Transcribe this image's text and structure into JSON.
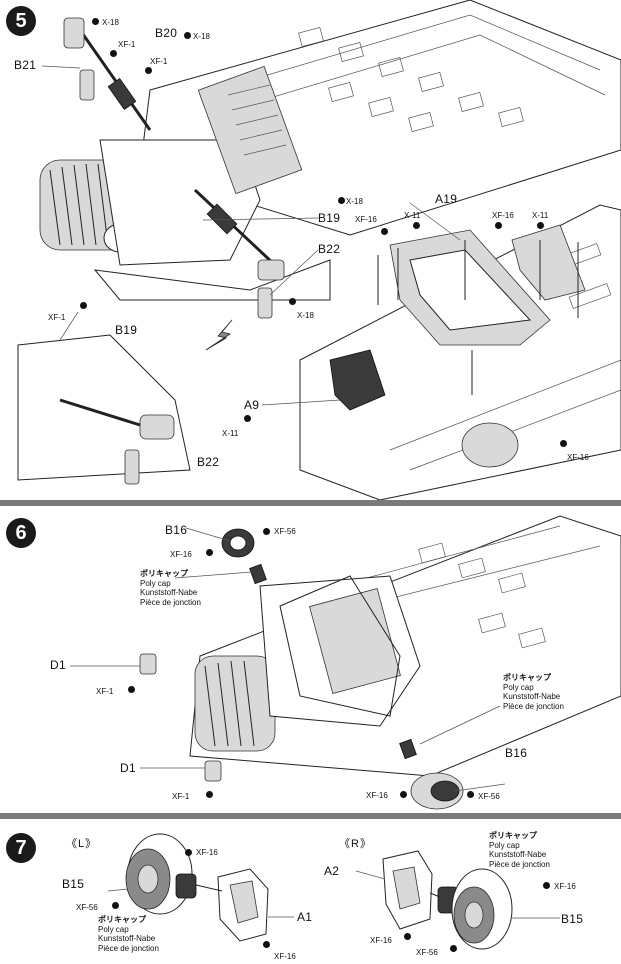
{
  "steps": [
    {
      "number": "5",
      "labels": {
        "x18_a": "X-18",
        "xf1_a": "XF-1",
        "b20": "B20",
        "x18_b": "X-18",
        "xf1_b": "XF-1",
        "b21": "B21",
        "x18_c": "X-18",
        "b19": "B19",
        "b22": "B22",
        "x18_d": "X-18",
        "xf1_c": "XF-1",
        "b19_detail": "B19",
        "b22_detail": "B22",
        "xf16_a": "XF-16",
        "x11_a": "X-11",
        "a19": "A19",
        "xf16_b": "XF-16",
        "x11_b": "X-11",
        "a9": "A9",
        "x11_c": "X-11",
        "xf16_c": "XF-16"
      }
    },
    {
      "number": "6",
      "labels": {
        "b16_top": "B16",
        "xf56_top": "XF-56",
        "xf16_top": "XF-16",
        "d1_top": "D1",
        "xf1_top": "XF-1",
        "d1_bottom": "D1",
        "xf1_bottom": "XF-1",
        "b16_bottom": "B16",
        "xf16_bottom": "XF-16",
        "xf56_bottom": "XF-56"
      },
      "notes": [
        {
          "jp": "ポリキャップ",
          "en": "Poly cap",
          "de": "Kunststoff-Nabe",
          "fr": "Pièce de jonction"
        },
        {
          "jp": "ポリキャップ",
          "en": "Poly cap",
          "de": "Kunststoff-Nabe",
          "fr": "Pièce de jonction"
        }
      ]
    },
    {
      "number": "7",
      "side_left": "《L》",
      "side_right": "《R》",
      "labels": {
        "b15_left": "B15",
        "xf16_l1": "XF-16",
        "xf56_left": "XF-56",
        "a1": "A1",
        "xf16_l2": "XF-16",
        "a2": "A2",
        "xf16_r1": "XF-16",
        "b15_right": "B15",
        "xf16_r2": "XF-16",
        "xf56_right": "XF-56"
      },
      "notes": [
        {
          "jp": "ポリキャップ",
          "en": "Poly cap",
          "de": "Kunststoff-Nabe",
          "fr": "Pièce de jonction"
        },
        {
          "jp": "ポリキャップ",
          "en": "Poly cap",
          "de": "Kunststoff-Nabe",
          "fr": "Pièce de jonction"
        }
      ]
    }
  ]
}
